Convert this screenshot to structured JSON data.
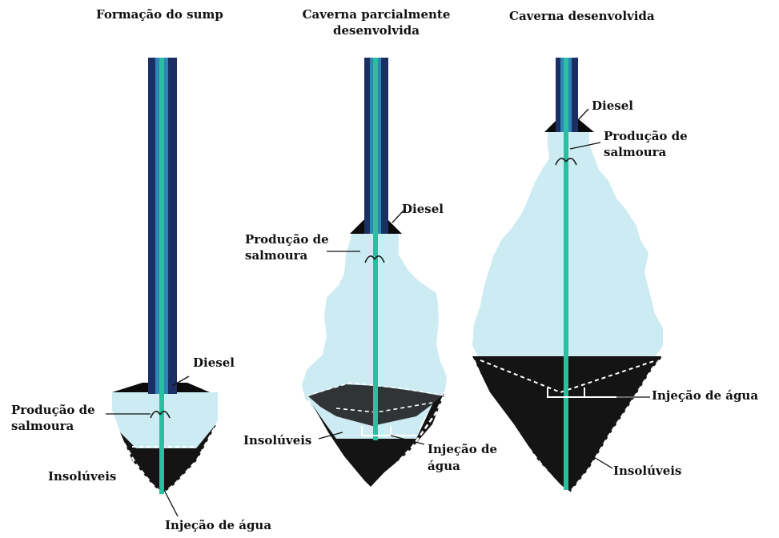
{
  "colors": {
    "brine": "#cdebf3",
    "insolubles": "#141414",
    "diesel": "#0b0b0b",
    "tube_outer": "#1c2f62",
    "tube_inner": "#2f86b6",
    "tube_core": "#29bfa0",
    "dashed_line": "#ffffff"
  },
  "diagrams": [
    {
      "title_lines": [
        "Formação do sump"
      ],
      "labels": {
        "diesel": "Diesel",
        "brine_line1": "Produção de",
        "brine_line2": "salmoura",
        "insolubles": "Insolúveis",
        "water": "Injeção de água"
      }
    },
    {
      "title_lines": [
        "Caverna parcialmente",
        "desenvolvida"
      ],
      "labels": {
        "diesel": "Diesel",
        "brine_line1": "Produção de",
        "brine_line2": "salmoura",
        "insolubles": "Insolúveis",
        "water_line1": "Injeção de",
        "water_line2": "água"
      }
    },
    {
      "title_lines": [
        "Caverna desenvolvida"
      ],
      "labels": {
        "diesel": "Diesel",
        "brine_line1": "Produção de",
        "brine_line2": "salmoura",
        "insolubles": "Insolúveis",
        "water": "Injeção de água"
      }
    }
  ]
}
